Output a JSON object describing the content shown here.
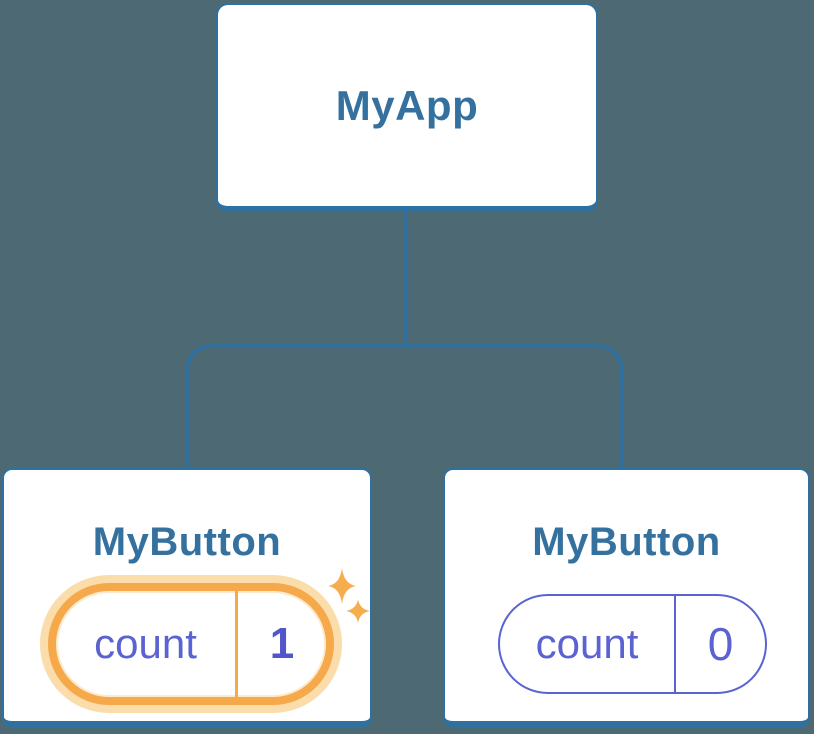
{
  "colors": {
    "bg": "#4d6974",
    "line-blue": "#2e71a0",
    "title-blue": "#35719e",
    "purple": "#5b63d3",
    "value-purple": "#5157c9",
    "orange": "#f6a94a",
    "orange-glow": "#fbdcab",
    "sparkle": "#f6ad4e",
    "card-bg": "#ffffff"
  },
  "diagram": {
    "description": "Component tree with state",
    "root": {
      "label": "MyApp"
    },
    "children": [
      {
        "label": "MyButton",
        "state": {
          "name": "count",
          "value": "1"
        },
        "highlighted": true,
        "icon": "sparkles-icon"
      },
      {
        "label": "MyButton",
        "state": {
          "name": "count",
          "value": "0"
        },
        "highlighted": false
      }
    ]
  }
}
